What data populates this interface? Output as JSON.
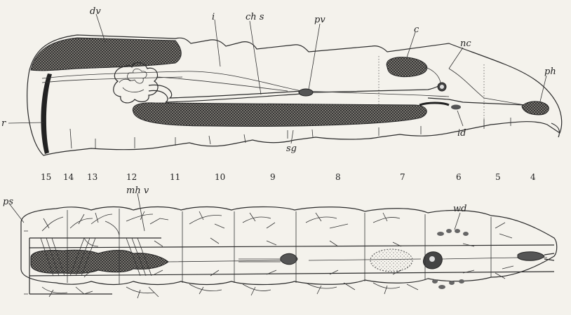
{
  "labels": {
    "dv": "dv",
    "i": "i",
    "chs": "ch s",
    "pv": "pv",
    "c": "c",
    "nc": "nc",
    "ph": "ph",
    "r": "r",
    "sg": "sg",
    "id": "id",
    "ps": "ps",
    "mhv": "mh v",
    "wd": "wd"
  },
  "segments": [
    "15",
    "14",
    "13",
    "12",
    "11",
    "10",
    "9",
    "8",
    "7",
    "6",
    "5",
    "4"
  ],
  "colors": {
    "ink": "#2a2a2a",
    "paper": "#f4f2ec",
    "hatch": "#3a3a3a"
  }
}
